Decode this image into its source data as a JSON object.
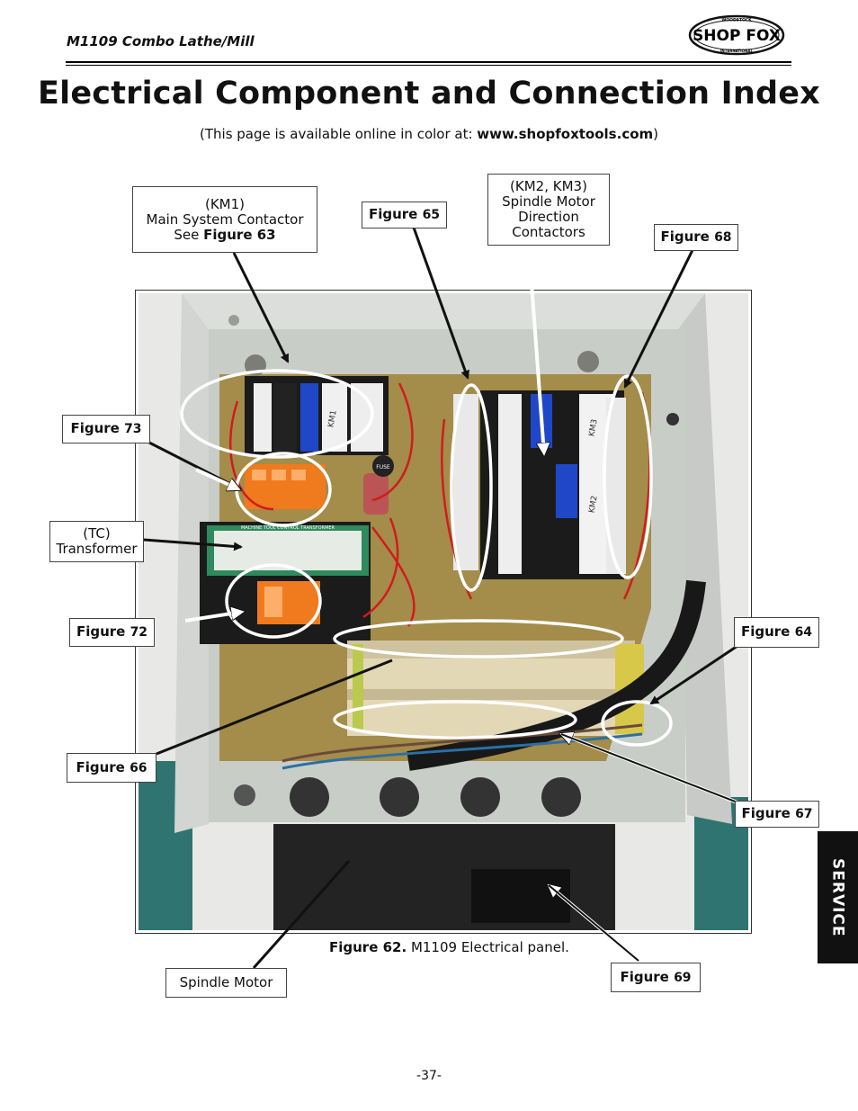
{
  "header": {
    "manual_title": "M1109 Combo Lathe/Mill",
    "logo_text": "SHOP FOX",
    "logo_small_top": "WOODSTOCK",
    "logo_small_bottom": "INTERNATIONAL"
  },
  "title": "Electrical Component and Connection Index",
  "subtitle": {
    "before": "(This page is available online in color at: ",
    "url": "www.shopfoxtools.com",
    "after": ")"
  },
  "labels": {
    "km1": {
      "line1": "(KM1)",
      "line2": "Main System Contactor",
      "line3_prefix": "See ",
      "line3_bold": "Figure 63"
    },
    "km2_km3": {
      "line1": "(KM2, KM3)",
      "line2": "Spindle Motor",
      "line3": "Direction",
      "line4": "Contactors"
    },
    "tc": {
      "line1": "(TC)",
      "line2": "Transformer"
    },
    "spindle_motor": "Spindle Motor",
    "figure_word": "Figure",
    "fig65": "65",
    "fig68": "68",
    "fig73": "73",
    "fig72": "72",
    "fig64": "64",
    "fig66": "66",
    "fig67": "67",
    "fig69": "69"
  },
  "photo": {
    "contactor_text_1": "KM1",
    "contactor_text_2": "KM3",
    "contactor_text_3": "KM2",
    "transformer_text": "MACHINE TOOL CONTROL TRANSFORMER",
    "fuse_text": "FUSE"
  },
  "caption": {
    "bold": "Figure 62.",
    "text": " M1109 Electrical panel."
  },
  "side_tab": "SERVICE",
  "page_number": "-37-",
  "colors": {
    "panel_grey": "#c9cdc8",
    "backplate": "#a48c4a",
    "wire_red": "#d01c1c",
    "terminal_beige": "#e3d8b6",
    "contactor_black": "#1b1b1b",
    "contactor_blue": "#1f47c8",
    "terminal_orange": "#f07a1e"
  }
}
